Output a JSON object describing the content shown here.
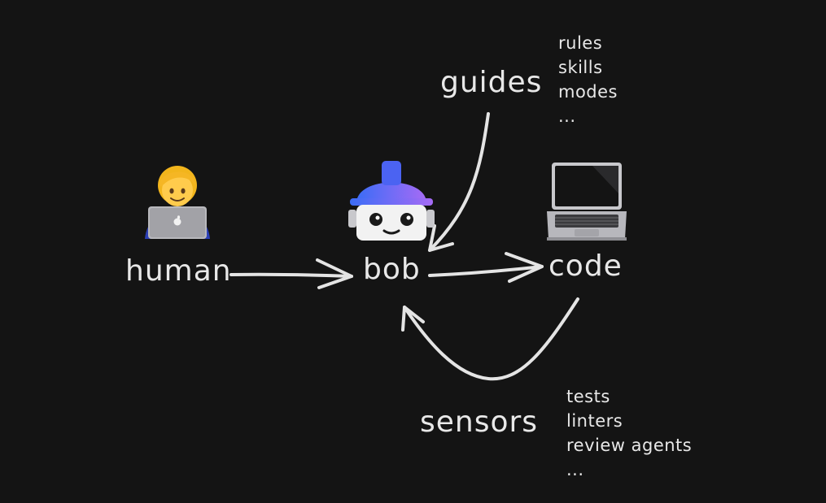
{
  "nodes": {
    "human": {
      "label": "human",
      "icon": "technologist-icon"
    },
    "bob": {
      "label": "bob",
      "icon": "robot-hardhat-icon"
    },
    "code": {
      "label": "code",
      "icon": "laptop-icon"
    },
    "guides": {
      "label": "guides",
      "items": [
        "rules",
        "skills",
        "modes",
        "..."
      ]
    },
    "sensors": {
      "label": "sensors",
      "items": [
        "tests",
        "linters",
        "review agents",
        "..."
      ]
    }
  },
  "colors": {
    "background": "#141414",
    "text": "#e8e8e8",
    "helmet_start": "#3b6cf6",
    "helmet_end": "#a66bf5"
  }
}
